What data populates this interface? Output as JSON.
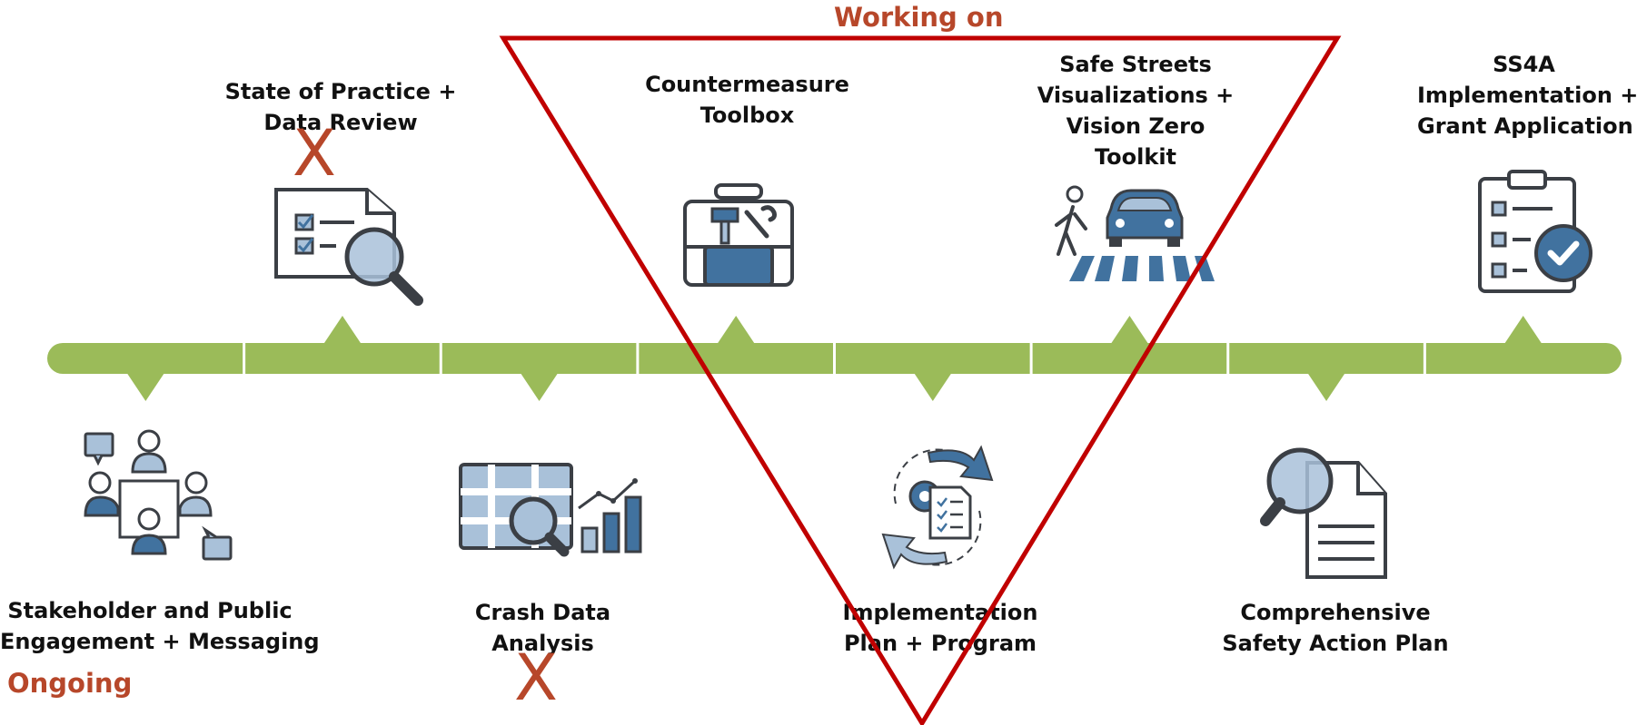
{
  "colors": {
    "timeline": "#9bbb59",
    "icon_dark": "#3b3f45",
    "icon_fill": "#41729f",
    "icon_light": "#a9c1d9",
    "highlight": "#c00000",
    "status_text": "#b7472a"
  },
  "status": {
    "working_on": "Working on",
    "ongoing": "Ongoing"
  },
  "marks": {
    "state_of_practice_x": "X",
    "crash_data_x": "X"
  },
  "steps": [
    {
      "id": "stakeholder",
      "lines": [
        "Stakeholder and Public",
        "Engagement + Messaging"
      ],
      "icon": "meeting-people-icon",
      "position": "below"
    },
    {
      "id": "state-of-practice",
      "lines": [
        "State of Practice +",
        "Data Review"
      ],
      "icon": "checklist-magnifier-icon",
      "position": "above"
    },
    {
      "id": "crash-data",
      "lines": [
        "Crash Data",
        "Analysis"
      ],
      "icon": "map-chart-icon",
      "position": "below"
    },
    {
      "id": "countermeasure",
      "lines": [
        "Countermeasure",
        "Toolbox"
      ],
      "icon": "toolbox-icon",
      "position": "above"
    },
    {
      "id": "implementation-plan",
      "lines": [
        "Implementation",
        "Plan + Program"
      ],
      "icon": "cycle-gear-document-icon",
      "position": "below"
    },
    {
      "id": "safe-streets",
      "lines": [
        "Safe Streets",
        "Visualizations +",
        "Vision Zero",
        "Toolkit"
      ],
      "icon": "pedestrian-car-crosswalk-icon",
      "position": "above"
    },
    {
      "id": "comprehensive-plan",
      "lines": [
        "Comprehensive",
        "Safety Action Plan"
      ],
      "icon": "document-magnifier-icon",
      "position": "below"
    },
    {
      "id": "ss4a",
      "lines": [
        "SS4A",
        "Implementation +",
        "Grant Application"
      ],
      "icon": "clipboard-check-icon",
      "position": "above"
    }
  ]
}
